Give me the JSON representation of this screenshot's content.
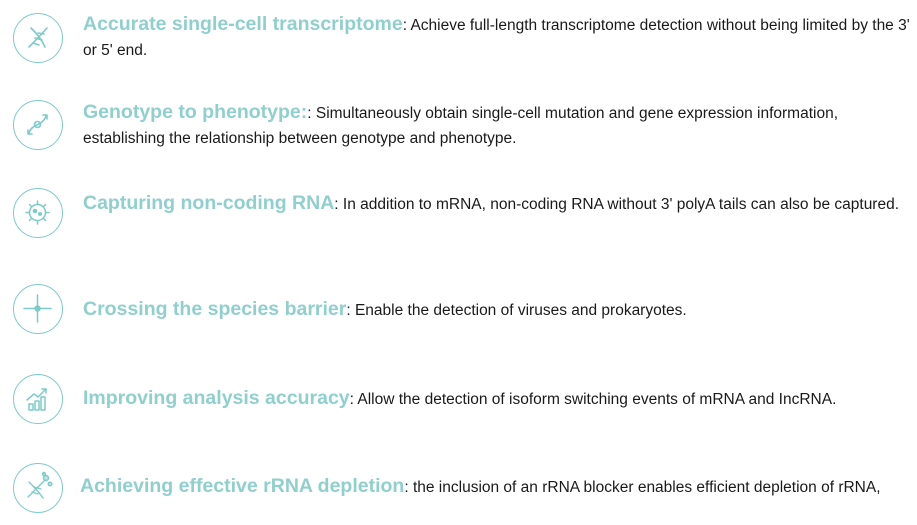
{
  "features": [
    {
      "icon": "dna-icon",
      "heading": "Accurate single-cell transcriptome",
      "desc": ": Achieve full-length transcriptome detection without being limited by the 3' or 5' end."
    },
    {
      "icon": "genotype-phenotype-icon",
      "heading": "Genotype to phenotype:",
      "desc": ": Simultaneously obtain single-cell mutation and gene expression information, establishing the relationship between genotype and phenotype."
    },
    {
      "icon": "virus-icon",
      "heading": "Capturing non-coding RNA",
      "desc": ": In addition to mRNA, non-coding RNA without 3' polyA tails can also be captured."
    },
    {
      "icon": "crosshair-icon",
      "heading": "Crossing the species barrier",
      "desc": ": Enable the detection of viruses and prokaryotes."
    },
    {
      "icon": "growth-chart-icon",
      "heading": "Improving analysis accuracy",
      "desc": ": Allow the detection of isoform switching events of mRNA and IncRNA."
    },
    {
      "icon": "rna-depletion-icon",
      "heading": "Achieving effective rRNA depletion",
      "desc": ": the inclusion of an rRNA blocker enables efficient depletion of rRNA,"
    }
  ],
  "colors": {
    "accent": "#8fcfcd",
    "icon_stroke": "#7ccbc9",
    "text": "#1a1a1a"
  }
}
